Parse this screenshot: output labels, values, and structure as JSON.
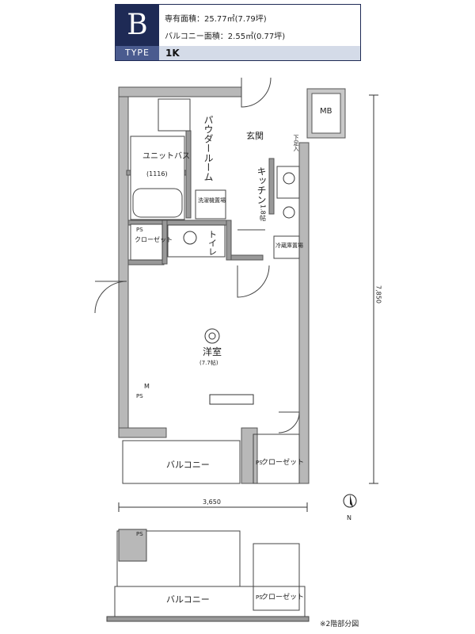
{
  "header": {
    "type_letter": "B",
    "type_label": "TYPE",
    "type_value": "1K",
    "exclusive_area": "専有面積：25.77㎡(7.79坪)",
    "balcony_area": "バルコニー面積：2.55㎡(0.77坪)"
  },
  "rooms": {
    "mb": "MB",
    "powder_room": "パウダールーム",
    "entrance": "玄関",
    "unit_bath": "ユニットバス",
    "unit_bath_size": "(1116)",
    "kitchen": "キッチン",
    "kitchen_size": "1.8帖",
    "laundry": "洗濯機置場",
    "closet": "クローゼット",
    "toilet": "トイレ",
    "fridge": "冷蔵庫置場",
    "western_room": "洋室",
    "western_room_size": "(7.7帖)",
    "ps": "PS",
    "m": "M",
    "balcony": "バルコニー",
    "balcony_closet": "クローゼット",
    "balcony2": "バルコニー",
    "balcony2_closet": "クローゼット",
    "shoes": "下足入"
  },
  "dimensions": {
    "width": "3,650",
    "depth": "7,850"
  },
  "compass_label": "N",
  "note": "※2階部分図"
}
